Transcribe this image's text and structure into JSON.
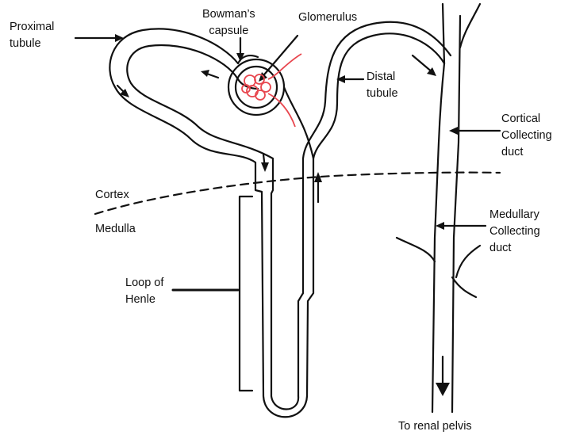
{
  "labels": {
    "proximal_tubule": "Proximal\ntubule",
    "bowmans_capsule": "Bowman’s\ncapsule",
    "glomerulus": "Glomerulus",
    "distal_tubule": "Distal\ntubule",
    "cortical_collecting_duct": "Cortical\nCollecting\nduct",
    "cortex": "Cortex",
    "medulla": "Medulla",
    "medullary_collecting_duct": "Medullary\nCollecting\nduct",
    "loop_of_henle": "Loop of\nHenle",
    "to_renal_pelvis": "To renal pelvis"
  },
  "colors": {
    "outline": "#111111",
    "glomerulus": "#e8474f"
  }
}
